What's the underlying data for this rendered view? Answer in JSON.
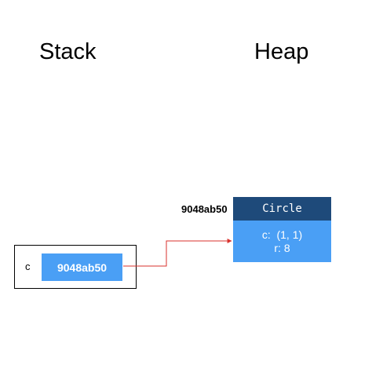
{
  "labels": {
    "stack": "Stack",
    "heap": "Heap"
  },
  "stack": {
    "variable": {
      "name": "c",
      "value": "9048ab50"
    }
  },
  "heap": {
    "object": {
      "address": "9048ab50",
      "class_name": "Circle",
      "fields": [
        "c:  (1, 1)",
        "r: 8"
      ]
    }
  },
  "colors": {
    "pointer_box": "#4a9ff5",
    "object_header": "#1e4a7a",
    "object_body": "#4a9ff5",
    "arrow": "#d9322e"
  }
}
